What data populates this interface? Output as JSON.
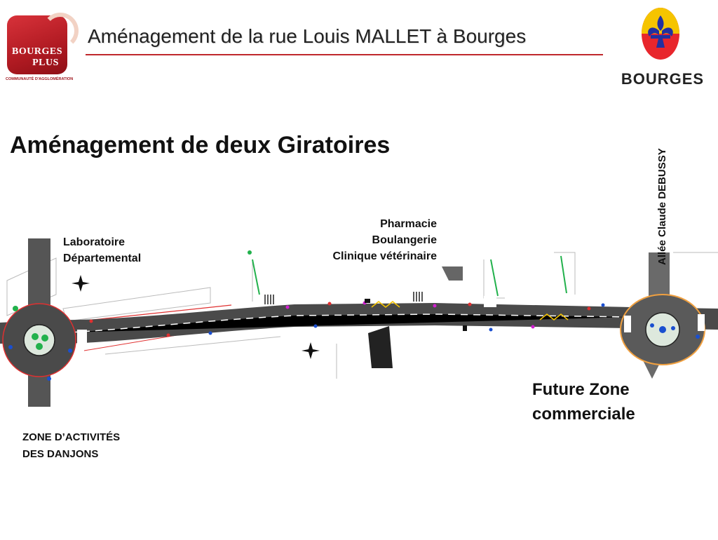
{
  "header": {
    "title": "Aménagement de la rue Louis MALLET à Bourges",
    "logo_left": {
      "line1": "BOURGES",
      "line2": "PLUS",
      "subline": "COMMUNAUTÉ D'AGGLOMÉRATION"
    },
    "logo_right": {
      "word": "BOURGES"
    }
  },
  "content": {
    "subtitle": "Aménagement de deux Giratoires"
  },
  "map_labels": {
    "laboratoire": [
      "Laboratoire",
      "Départemental"
    ],
    "pharmacie": [
      "Pharmacie",
      "Boulangerie",
      "Clinique vétérinaire"
    ],
    "zone_activites": [
      "ZONE D’ACTIVITÉS",
      "DES DANJONS"
    ],
    "future_zone": [
      "Future Zone",
      "commerciale"
    ],
    "allee": "Allée Claude DEBUSSY"
  },
  "colors": {
    "title_rule": "#c0282c",
    "road": "#4a4a4a",
    "island_green": "#22b14c",
    "marking_blue": "#1a4fd0",
    "curb_red": "#e03030"
  }
}
